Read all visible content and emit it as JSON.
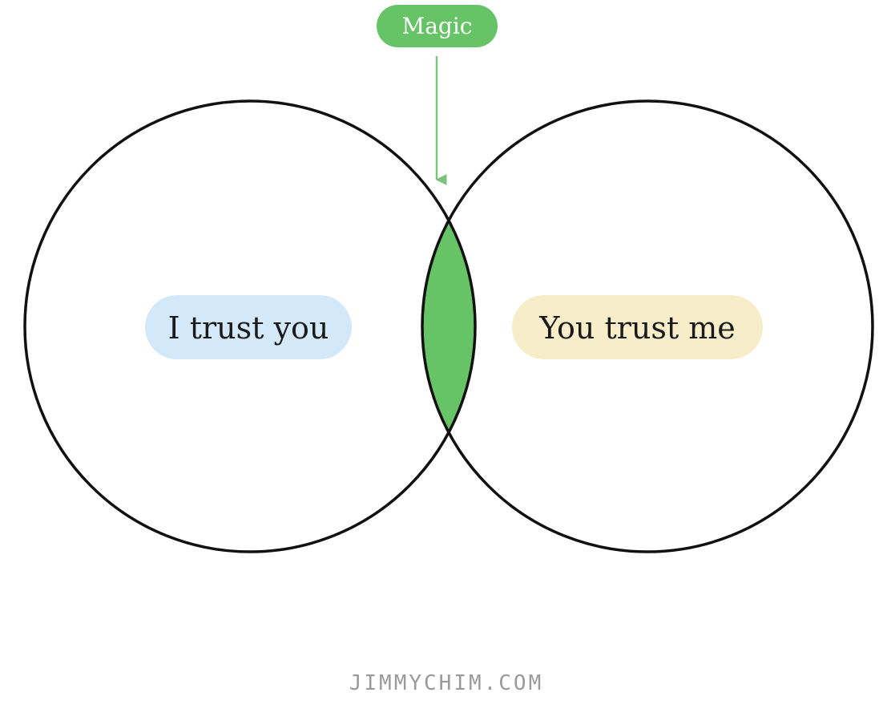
{
  "venn": {
    "left_label": "I trust you",
    "right_label": "You trust me",
    "intersection_label": "Magic"
  },
  "footer": {
    "credit": "JIMMYCHIM.COM"
  },
  "colors": {
    "circle_stroke": "#111111",
    "intersection_fill": "#66c466",
    "magic_pill": "#66c466",
    "magic_arrow": "#7cc47c",
    "left_pill": "#d3e8f8",
    "right_pill": "#f7edc9",
    "footer_text": "#9a9a9a"
  }
}
